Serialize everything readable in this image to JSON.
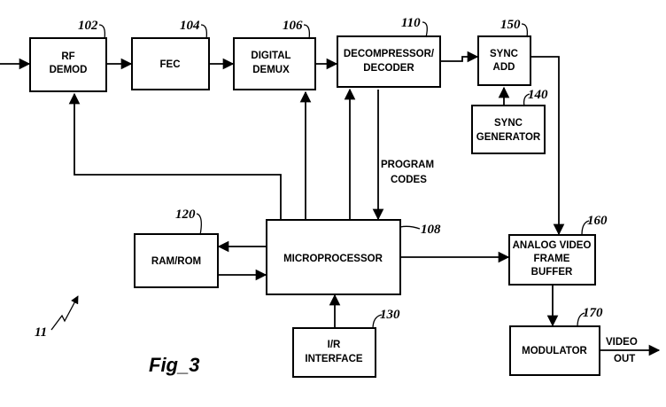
{
  "figure_label": "Fig_3",
  "system_ref": "11",
  "blocks": {
    "rf_demod": {
      "line1": "RF",
      "line2": "DEMOD",
      "ref": "102"
    },
    "fec": {
      "line1": "FEC",
      "ref": "104"
    },
    "digital_demux": {
      "line1": "DIGITAL",
      "line2": "DEMUX",
      "ref": "106"
    },
    "decoder": {
      "line1": "DECOMPRESSOR/",
      "line2": "DECODER",
      "ref": "110"
    },
    "sync_add": {
      "line1": "SYNC",
      "line2": "ADD",
      "ref": "150"
    },
    "sync_generator": {
      "line1": "SYNC",
      "line2": "GENERATOR",
      "ref": "140"
    },
    "ram_rom": {
      "line1": "RAM/ROM",
      "ref": "120"
    },
    "microprocessor": {
      "line1": "MICROPROCESSOR",
      "ref": "108"
    },
    "frame_buffer": {
      "line1": "ANALOG VIDEO",
      "line2": "FRAME",
      "line3": "BUFFER",
      "ref": "160"
    },
    "ir_interface": {
      "line1": "I/R",
      "line2": "INTERFACE",
      "ref": "130"
    },
    "modulator": {
      "line1": "MODULATOR",
      "ref": "170"
    }
  },
  "annotations": {
    "program_codes_1": "PROGRAM",
    "program_codes_2": "CODES",
    "video_out_1": "VIDEO",
    "video_out_2": "OUT"
  }
}
